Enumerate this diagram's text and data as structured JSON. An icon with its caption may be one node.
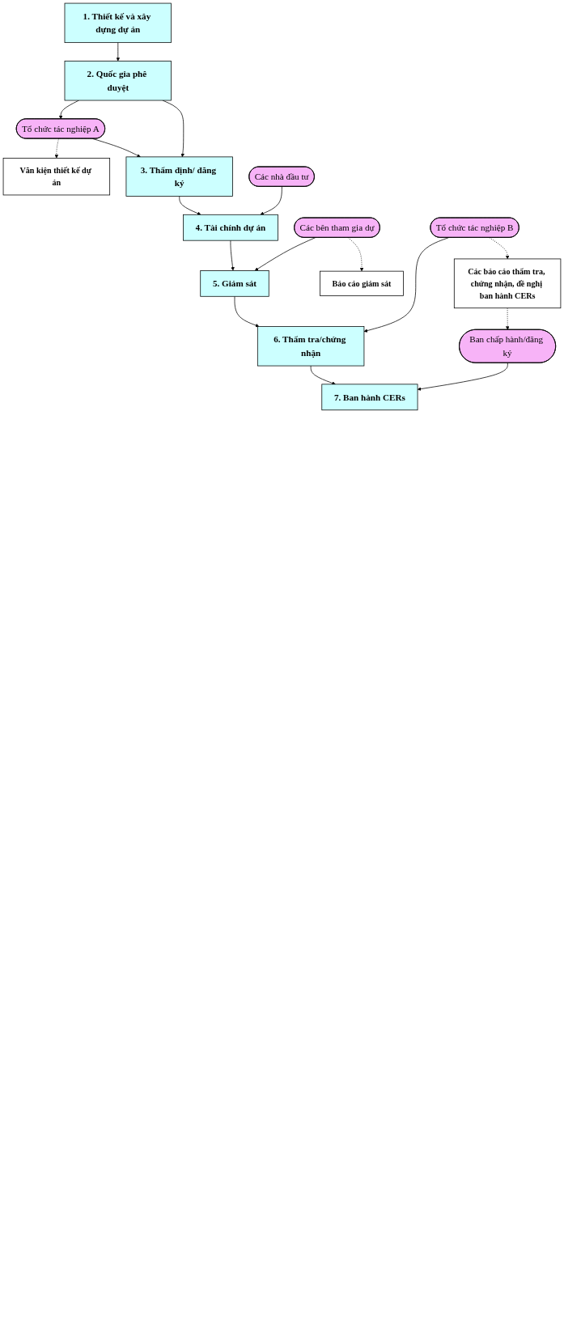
{
  "diagram": {
    "nodes": [
      {
        "text": [
          "1. Thiết kế và xây dựng dự án"
        ]
      },
      {
        "text": [
          "Văn kiện thiết kế dự án"
        ]
      },
      {
        "text": [
          "2. Quốc gia phê duyệt"
        ]
      },
      {
        "text": [
          "Tổ chức tác nghiệp A"
        ]
      },
      {
        "text": [
          "3. Thẩm định/ đăng ký"
        ]
      },
      {
        "text": [
          "4. Tài chính dự án"
        ]
      },
      {
        "text": [
          "Các nhà đầu tư"
        ]
      },
      {
        "text": [
          "5. Giám sát"
        ]
      },
      {
        "text": [
          "Các bên tham gia dự"
        ]
      },
      {
        "text": [
          "Báo cáo giám sát"
        ]
      },
      {
        "text": [
          "6. Thẩm tra/chứng nhận"
        ]
      },
      {
        "text": [
          "Tổ chức tác nghiệp B"
        ]
      },
      {
        "text": [
          "Các báo cáo thẩm tra, chứng nhận, đề nghị ban hành CERs"
        ]
      },
      {
        "text": [
          "7. Ban hành CERs"
        ]
      },
      {
        "text": [
          "Ban chấp hành/đăng ký"
        ]
      }
    ],
    "edges": [
      {
        "from": 0,
        "to": 2,
        "arrow": "to"
      },
      {
        "from": 2,
        "to": 3,
        "arrow": "to"
      },
      {
        "from": 3,
        "to": 1,
        "arrow": "to",
        "style": "dashed"
      },
      {
        "from": 3,
        "to": 4,
        "arrow": "to"
      },
      {
        "from": 2,
        "to": 4,
        "arrow": "to"
      },
      {
        "from": 4,
        "to": 5,
        "arrow": "to"
      },
      {
        "from": 6,
        "to": 5,
        "arrow": "to"
      },
      {
        "from": 5,
        "to": 7,
        "arrow": "to"
      },
      {
        "from": 8,
        "to": 7,
        "arrow": "to"
      },
      {
        "from": 8,
        "to": 9,
        "arrow": "to",
        "style": "dashed"
      },
      {
        "from": 7,
        "to": 10,
        "arrow": "to"
      },
      {
        "from": 11,
        "to": 10,
        "arrow": "to"
      },
      {
        "from": 11,
        "to": 12,
        "arrow": "to",
        "style": "dashed"
      },
      {
        "from": 12,
        "to": 14,
        "arrow": "to",
        "style": "dashed"
      },
      {
        "from": 10,
        "to": 13,
        "arrow": "to"
      },
      {
        "from": 14,
        "to": 13,
        "arrow": "to"
      }
    ]
  }
}
